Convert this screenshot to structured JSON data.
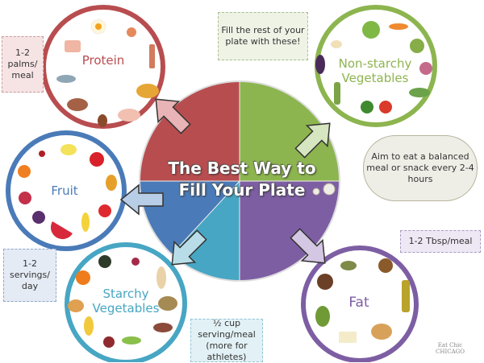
{
  "title": {
    "line1": "The Best Way to",
    "line2": "Fill Your Plate"
  },
  "groups": {
    "protein": {
      "label": "Protein",
      "note": "1-2 palms/ meal",
      "color": "#b84d4f"
    },
    "vegetables": {
      "label": "Non-starchy Vegetables",
      "note": "Fill the rest of your plate with these!",
      "color": "#8db54f"
    },
    "fruit": {
      "label": "Fruit",
      "note": "1-2 servings/ day",
      "color": "#4a7bb8"
    },
    "starchy": {
      "label": "Starchy Vegetables",
      "note": "½ cup serving/meal (more for athletes)",
      "color": "#47a6c3"
    },
    "fat": {
      "label": "Fat",
      "note": "1-2 Tbsp/meal",
      "color": "#7d5ea3"
    }
  },
  "tip": "Aim to eat a balanced meal or snack every 2-4 hours",
  "logo": {
    "line1": "Eat Chic",
    "line2": "CHICAGO"
  }
}
